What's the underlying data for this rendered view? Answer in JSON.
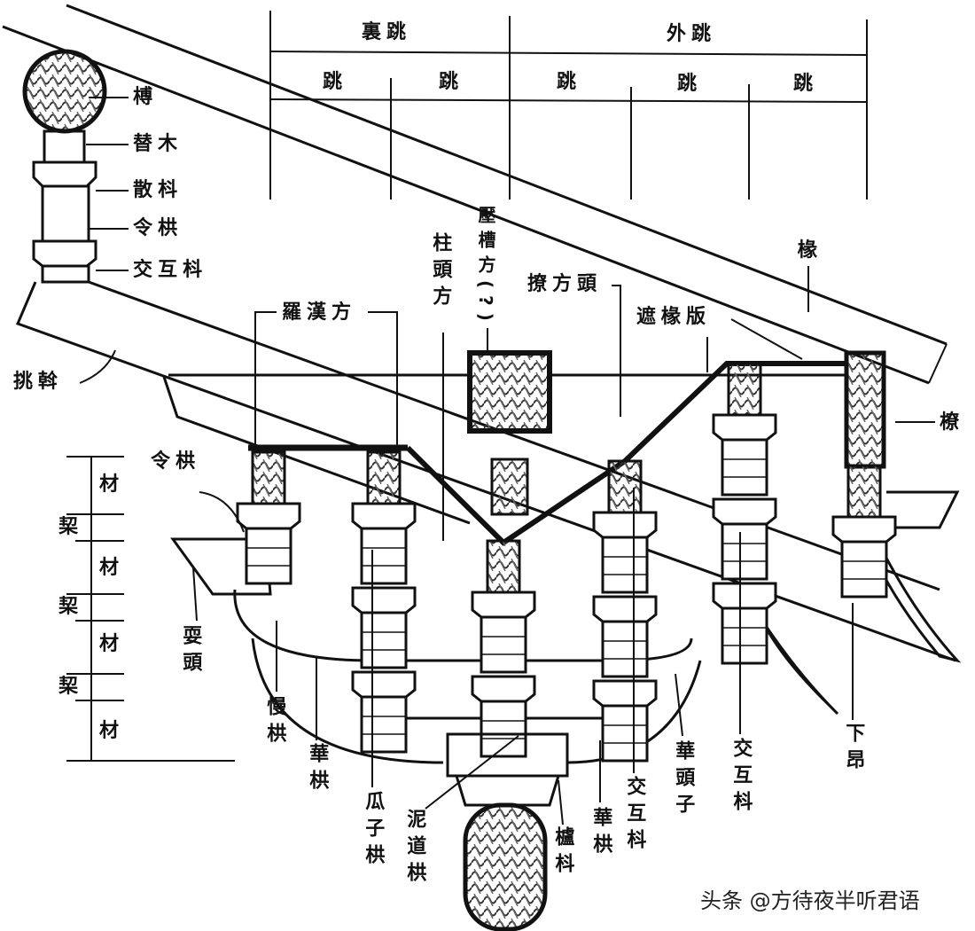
{
  "header": {
    "inner": "裏跳",
    "outer": "外跳",
    "steps": [
      "跳",
      "跳",
      "跳",
      "跳",
      "跳"
    ]
  },
  "labels": {
    "fu": "榑",
    "timu": "替木",
    "sandou": "散枓",
    "linggong_top": "令栱",
    "jiaohudou_top": "交互枓",
    "tiaowo": "挑斡",
    "luohanfang": "羅漢方",
    "zhutoufang": "柱頭方",
    "yacaofang": "壓槽方(?)",
    "liaofangtou": "撩方頭",
    "zhechuanban": "遮椽版",
    "chuan": "椽",
    "liao": "橑",
    "linggong": "令栱",
    "shuatou": "耍頭",
    "mangong": "慢栱",
    "huagong_left": "華栱",
    "guazigong": "瓜子栱",
    "nidaogong": "泥道栱",
    "ludou": "櫨枓",
    "huagong_right": "華栱",
    "jiaohudou_mid": "交互枓",
    "huatouzi": "華頭子",
    "jiaohudou_right": "交互枓",
    "xiaang": "下昂"
  },
  "scale": {
    "cai": [
      "材",
      "材",
      "材",
      "材"
    ],
    "qi": [
      "栔",
      "栔",
      "栔"
    ]
  },
  "watermark": "头条 @方待夜半听君语"
}
